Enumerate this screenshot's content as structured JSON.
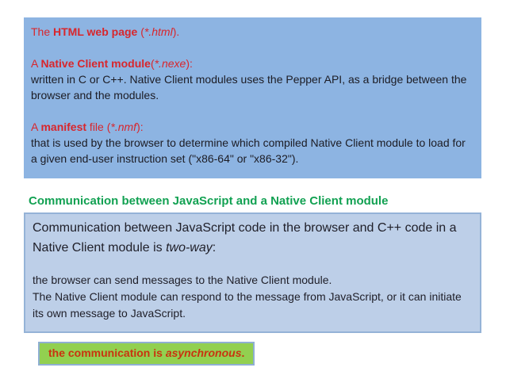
{
  "colors": {
    "slide_bg": "#ffffff",
    "box_blue_bg": "#8db4e2",
    "box_lightblue_bg": "#bdcfe8",
    "box_border_blue": "#95b3d7",
    "green_bg": "#92d050",
    "note_border": "#8fafd2",
    "red_text": "#d8262c",
    "dark_text": "#1c1c24",
    "dark_text2": "#20202a",
    "heading_green": "#12a152",
    "note_text": "#c9330f"
  },
  "files_box": {
    "html_item": {
      "prefix": "The ",
      "name": "HTML web page",
      "mid": " (",
      "ext": "*.html",
      "tail": ")."
    },
    "nexe_item": {
      "prefix": "A ",
      "name": "Native Client module",
      "mid": "(",
      "ext": "*.nexe",
      "tail": "):"
    },
    "nexe_desc": "written in C or C++. Native Client modules uses the Pepper API, as a bridge between the browser and the modules.",
    "nmf_item": {
      "prefix": "A ",
      "name": "manifest",
      "mid": " file (",
      "ext": "*.nmf",
      "tail": "):"
    },
    "nmf_desc": " that is used by the browser to determine which compiled Native Client module to load for a given end-user instruction set (\"x86-64\" or \"x86-32\")."
  },
  "heading": {
    "text": "Communication between JavaScript and a Native Client module"
  },
  "communication_box": {
    "intro": {
      "lead": "Communication between JavaScript code in the browser and C++ code in a Native Client module is ",
      "emphasis": "two-way",
      "tail": ":"
    },
    "detail_lines": [
      "the browser can send messages to the Native Client module.",
      "The Native Client module can respond to the message from JavaScript, or it can initiate its own message to JavaScript."
    ]
  },
  "note_box": {
    "lead": "the communication is ",
    "emphasis": "asynchronous",
    "tail": "."
  }
}
